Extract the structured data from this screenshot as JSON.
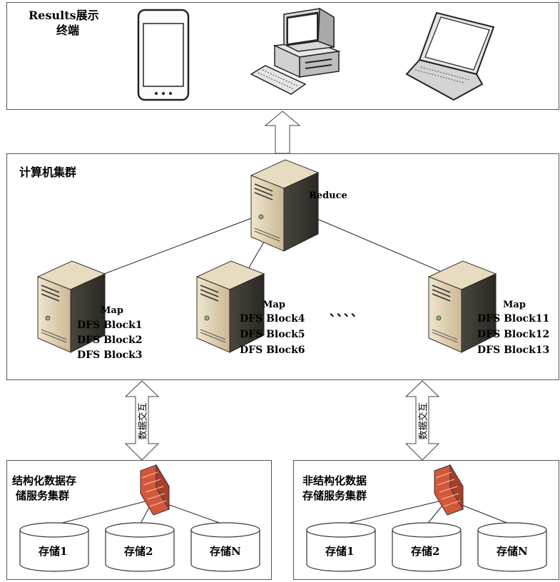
{
  "top": {
    "title_line1": "Results展示",
    "title_line2": "终端"
  },
  "cluster": {
    "title": "计算机集群",
    "reduce_label": "Reduce",
    "ellipsis": "、、、、",
    "nodes": [
      {
        "map_label": "Map",
        "blocks": [
          "DFS Block1",
          "DFS Block2",
          "DFS Block3"
        ]
      },
      {
        "map_label": "Map",
        "blocks": [
          "DFS Block4",
          "DFS Block5",
          "DFS Block6"
        ]
      },
      {
        "map_label": "Map",
        "blocks": [
          "DFS Block11",
          "DFS Block12",
          "DFS Block13"
        ]
      }
    ]
  },
  "arrows": {
    "left_label": "数据交互",
    "right_label": "数据交互"
  },
  "storage_left": {
    "title_line1": "结构化数据存",
    "title_line2": "储服务集群",
    "units": [
      "存储1",
      "存储2",
      "存储N"
    ]
  },
  "storage_right": {
    "title_line1": "非结构化数据",
    "title_line2": "存储服务集群",
    "units": [
      "存储1",
      "存储2",
      "存储N"
    ]
  },
  "icons": {
    "devices": [
      "smartphone-icon",
      "desktop-computer-icon",
      "laptop-icon"
    ],
    "server": "tower-server-icon",
    "firewall": "firewall-icon",
    "storage": "database-cylinder-icon"
  },
  "colors": {
    "server_body": "#cdb995",
    "server_dark": "#3d3a33",
    "firewall": "#d45a3a"
  }
}
